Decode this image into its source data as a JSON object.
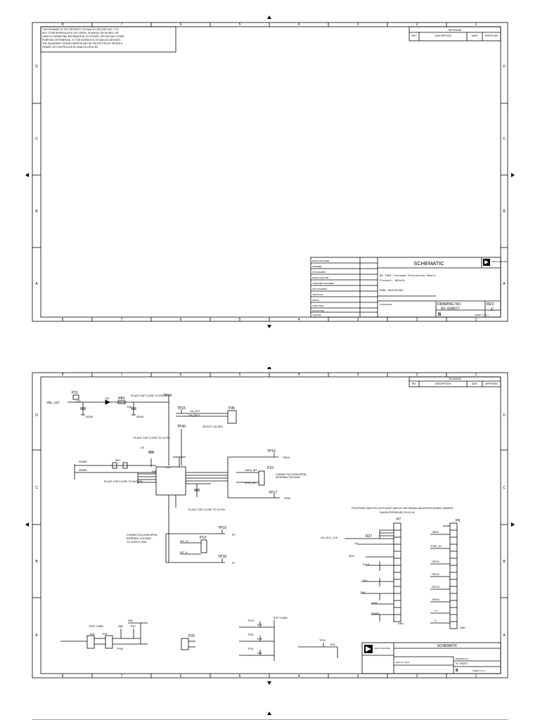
{
  "border": {
    "col_labels": [
      "8",
      "7",
      "6",
      "5",
      "4",
      "3",
      "2",
      "1"
    ],
    "row_labels": [
      "D",
      "C",
      "B",
      "A"
    ]
  },
  "notice": [
    "THIS DRAWING IS THE PROPERTY OF ANALOG DEVICES INC. IT IS",
    "NOT TO BE REPRODUCED OR COPIED, IN WHOLE OR IN PART, OR",
    "USED IN FURNISHING INFORMATION TO OTHERS, OR FOR ANY OTHER",
    "PURPOSE DETRIMENTAL TO THE INTERESTS OF ANALOG DEVICES.",
    "THE EQUIPMENT SHOWN HEREON MAY BE PROTECTED BY PATENTS",
    "OWNED OR CONTROLLED BY ANALOG DEVICES."
  ],
  "revisions": {
    "title": "REVISIONS",
    "headers": [
      "REV",
      "DESCRIPTION",
      "DATE",
      "APPROVED"
    ]
  },
  "title_block": {
    "schematic": "SCHEMATIC",
    "company": "ANALOG DEVICES",
    "project_line1": "AD 7091 Customer Evaluation Board",
    "project_line2": "Product: AD4x5x",
    "part_line": "EVAL-AD4x5xSDZ",
    "drawing_label": "DRAWING NO.",
    "drawing_no": "02-039877",
    "rev_label": "REV.",
    "rev": "C",
    "size": "B",
    "sheet": "SHEET 1 OF 2",
    "fields": [
      "DESIGN ENGINEER",
      "ENGINEER",
      "PCB ASSEMBLY",
      "DESIGN CHECKER",
      "COMPONENT ENGINEER",
      "TEST ENGINEER",
      "APPROVALS",
      "DRAWN",
      "SUBSYSTEM",
      "CHECKER"
    ],
    "subsystem": "ADI-AD-01282",
    "tolerances": "TOLERANCES"
  },
  "sheet2": {
    "title": "SCHEMATIC",
    "drawing_no": "02-039877",
    "project": "AD4x5x EVAL",
    "sheet": "SHEET 2 OF 2",
    "size": "B",
    "power": {
      "connector": "P21",
      "net": "VDD_12V",
      "cap1": "C30",
      "diode": "D5",
      "res": "R83",
      "cap2": "C26",
      "agnd": "AGND",
      "note": "PLACE CAP CLOSE TO REG PIN",
      "tp_top": "TP34"
    },
    "mux": {
      "tp15": "TP15",
      "tp36": "TP36",
      "net_lin_ext": "LIN_EXT",
      "net_lin_mcu": "LIN_MCU",
      "conn": "P35",
      "select": "SELECT LIN SRC",
      "cap": "C8",
      "cap_note": "PLACE CAP CLOSE TO U3 PIN",
      "ic": "U13",
      "res": "R87",
      "res2": "R86",
      "net_mux1": "SPARE",
      "net_mux2": "SPARE",
      "note2": "PLACE CAP CLOSE TO BUS PIN"
    },
    "test_right": {
      "tp16": "TP16",
      "tmd": "TMD0",
      "conn": "P10",
      "tmd_int": "TMD0_INT",
      "xp": "XP00_INT",
      "note": "CONNECT(CLOSE/OPEN)",
      "note2": "INTERNAL VOLTAGE",
      "tp17": "TP17",
      "xp2": "XP00"
    },
    "supply": {
      "note": "CONNECT(CLOSE/OPEN)",
      "note2": "INTERNAL VOLTAGE",
      "note3": "TO VDDS & GND",
      "tp19": "TP19",
      "conn": "P13",
      "int_v": "INT_V+",
      "int_vm": "INT_V-",
      "vplus": "V+",
      "tp18": "TP18",
      "vminus": "V-"
    },
    "daughter": {
      "note1": "FOOTPRINT AND PIN OUTS MUST MATCH THE AD4x5x DAUGHTER BOARD HEADER",
      "note2": "DAUGHTER BOARD PLUG-IN",
      "p7": "P7",
      "p8": "P8",
      "res": "R27",
      "lin": "LIN_OUT_1V8",
      "left_nets": [
        "CS",
        "SDO",
        "SCLK",
        "SDI",
        "CNV",
        "VREF",
        "SPARE"
      ],
      "right_nets": [
        "TMD0",
        "SYNC_IN",
        "GPIO1",
        "GPIO2",
        "GPIO3",
        "GPIO4",
        "V+",
        "V-"
      ],
      "gnd": "GND"
    },
    "bottom": {
      "test_conn": "TEST CONN",
      "r88": "R88",
      "r87": "R87",
      "r85": "R85",
      "p24": "P24",
      "r24": "R24",
      "tp35": "TP35",
      "p26": "P26",
      "tp29": "TP29",
      "r30": "R30",
      "tp30": "TP30",
      "r29": "R29",
      "tp31": "TP31",
      "r84": "R84",
      "tp32": "TP32",
      "r31": "R31",
      "test_conn2": "TEST CONN"
    }
  }
}
